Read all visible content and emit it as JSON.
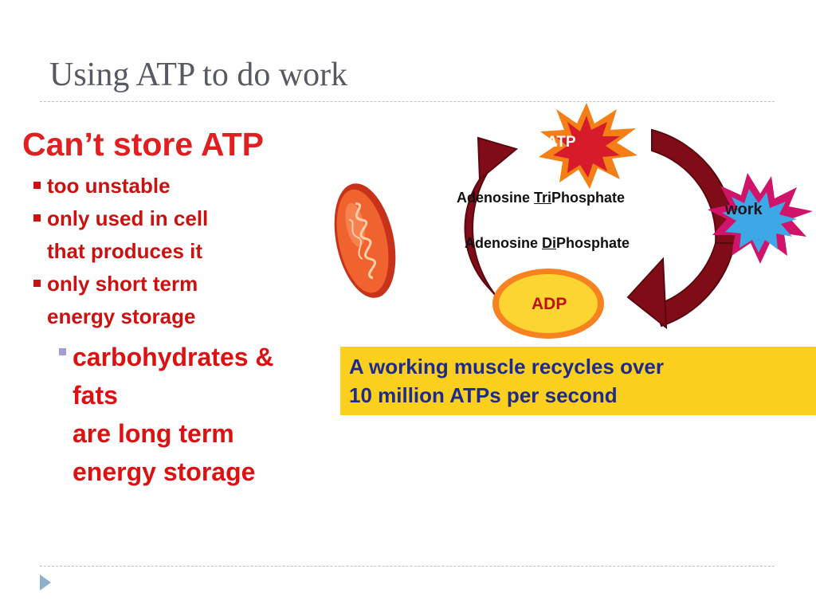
{
  "slide": {
    "title": "Using ATP to do work"
  },
  "left": {
    "heading": "Can’t store ATP",
    "bullets": [
      {
        "lines": [
          "too unstable"
        ]
      },
      {
        "lines": [
          "only used in cell",
          "that produces it"
        ]
      },
      {
        "lines": [
          "only short term",
          "energy storage"
        ]
      }
    ],
    "sub_bullet": {
      "lines": [
        "carbohydrates &",
        "fats",
        "are long term",
        "energy storage"
      ]
    }
  },
  "diagram": {
    "atp_label": "ATP",
    "work_label": "work",
    "adp_label": "ADP",
    "atp_name": {
      "prefix": "Adenosine ",
      "underlined": "Tri",
      "suffix": "Phosphate"
    },
    "adp_name": {
      "prefix": "Adenosine ",
      "underlined": "Di",
      "suffix": "Phosphate"
    },
    "colors": {
      "arrow": "#800c18",
      "atp_burst_outer": "#f57f17",
      "atp_burst_inner": "#d81b2a",
      "work_burst_outer": "#d0146a",
      "work_burst_inner": "#3ea8e6",
      "adp_fill": "#fcd533",
      "adp_ring": "#f7821f",
      "mitochondrion": "#e44a25"
    }
  },
  "callout": {
    "line1": "A working muscle recycles over",
    "line2": "10 million ATPs per second",
    "background": "#fbcf1e",
    "text_color": "#1f2b8a"
  }
}
